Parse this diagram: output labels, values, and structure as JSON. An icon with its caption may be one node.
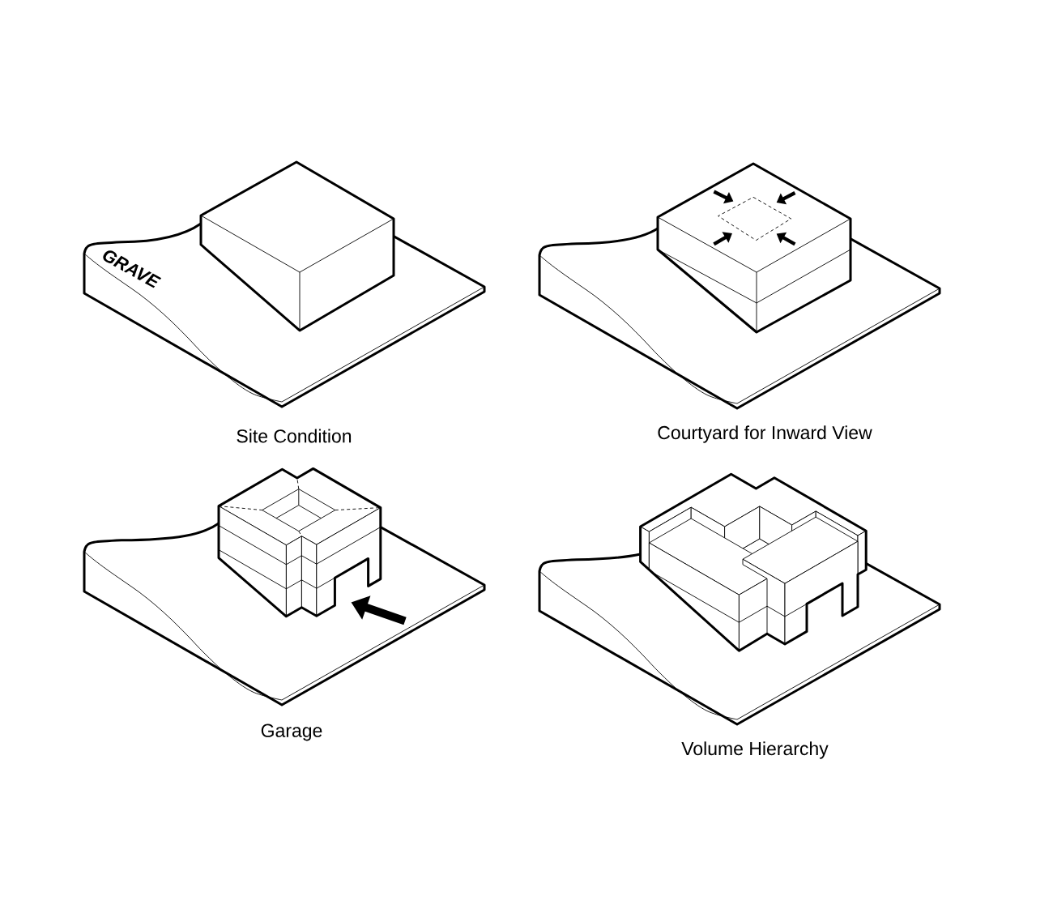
{
  "diagram": {
    "labels": [
      "GRAVE",
      "Site Condition",
      "Courtyard for Inward View",
      "Garage",
      "Volume Hierarchy"
    ]
  }
}
